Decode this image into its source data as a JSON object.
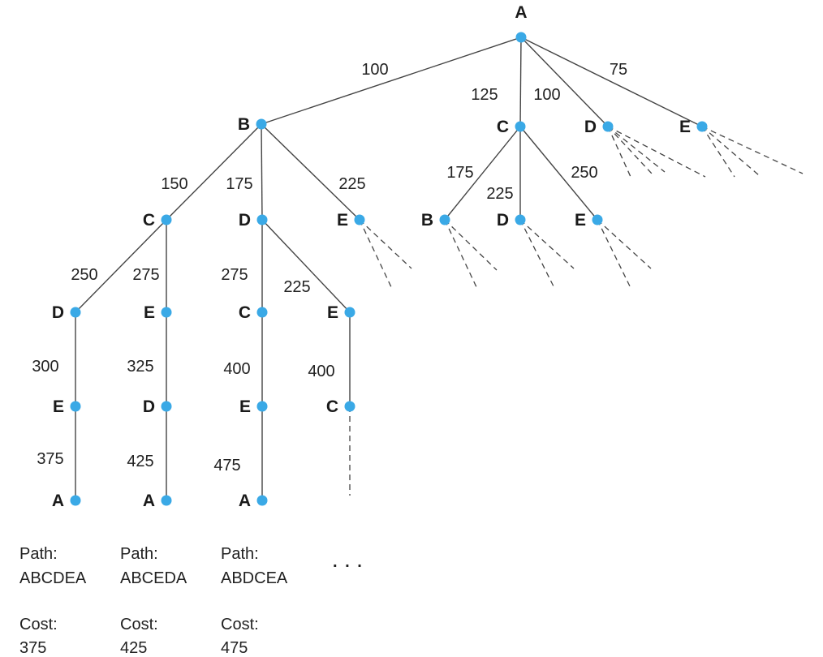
{
  "nodes": {
    "A0": "A",
    "B1": "B",
    "C1": "C",
    "D1": "D",
    "E1": "E",
    "C2": "C",
    "D2": "D",
    "E2": "E",
    "B2": "B",
    "D3": "D",
    "E3": "E",
    "D4": "D",
    "E4": "E",
    "C4": "C",
    "E5": "E",
    "E6": "E",
    "D6": "D",
    "E7": "E",
    "C7": "C",
    "A8": "A",
    "A9": "A",
    "A10": "A"
  },
  "edges": {
    "A0-B1": "100",
    "A0-C1": "125",
    "A0-D1": "100",
    "A0-E1": "75",
    "B1-C2": "150",
    "B1-D2": "175",
    "B1-E2": "225",
    "C1-B2": "175",
    "C1-D3": "225",
    "C1-E3": "250",
    "C2-D4": "250",
    "C2-E4": "275",
    "D2-C4": "275",
    "D2-E5": "225",
    "D4-E6": "300",
    "E4-D6": "325",
    "C4-E7": "400",
    "E5-C7": "400",
    "E6-A8": "375",
    "D6-A9": "425",
    "E7-A10": "475"
  },
  "paths": [
    {
      "path_label": "Path:",
      "path": "ABCDEA",
      "cost_label": "Cost:",
      "cost": "375"
    },
    {
      "path_label": "Path:",
      "path": "ABCEDA",
      "cost_label": "Cost:",
      "cost": "425"
    },
    {
      "path_label": "Path:",
      "path": "ABDCEA",
      "cost_label": "Cost:",
      "cost": "475"
    }
  ],
  "ellipsis": ". . .",
  "colors": {
    "node": "#3aa9e6",
    "edge": "#444444",
    "text": "#1a1a1a"
  }
}
